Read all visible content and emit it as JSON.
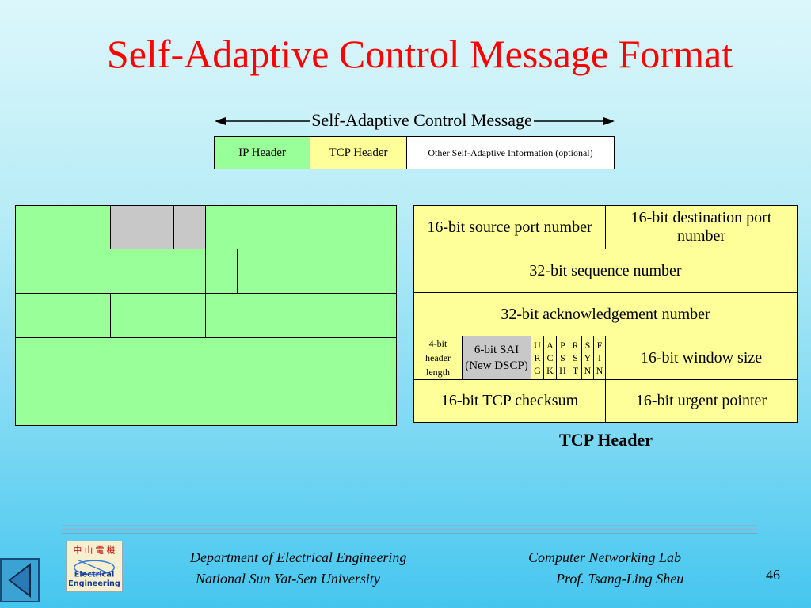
{
  "title": "Self-Adaptive Control Message Format",
  "message": {
    "label": "Self-Adaptive Control Message",
    "segments": [
      "IP Header",
      "TCP Header",
      "Other Self-Adaptive Information (optional)"
    ]
  },
  "tcp_header": {
    "caption": "TCP Header",
    "source_port": "16-bit source port number",
    "dest_port": "16-bit destination port number",
    "sequence": "32-bit sequence number",
    "ack": "32-bit acknowledgement number",
    "header_length": [
      "4-bit",
      "header",
      "length"
    ],
    "sai": [
      "6-bit SAI",
      "(New DSCP)"
    ],
    "flags": [
      [
        "U",
        "R",
        "G"
      ],
      [
        "A",
        "C",
        "K"
      ],
      [
        "P",
        "S",
        "H"
      ],
      [
        "R",
        "S",
        "T"
      ],
      [
        "S",
        "Y",
        "N"
      ],
      [
        "F",
        "I",
        "N"
      ]
    ],
    "window": "16-bit window size",
    "checksum": "16-bit TCP checksum",
    "urgent": "16-bit urgent pointer"
  },
  "footer": {
    "dept": "Department of Electrical Engineering",
    "univ": "National Sun Yat-Sen University",
    "lab": "Computer Networking Lab",
    "prof": "Prof. Tsang-Ling Sheu",
    "page": "46",
    "logo_text_top": "中 山 電 機",
    "logo_text_1": "Electrical",
    "logo_text_2": "Engineering"
  },
  "colors": {
    "title": "#ff0000",
    "ip": "#99ff99",
    "tcp": "#ffff99",
    "gray": "#c8c8c8"
  },
  "icons": {
    "nav": "back-triangle-icon",
    "logo": "department-logo"
  }
}
